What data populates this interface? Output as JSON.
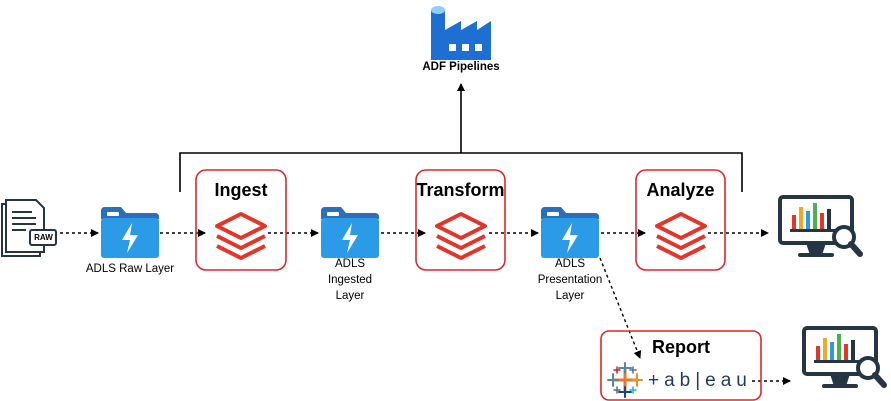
{
  "adf": {
    "label": "ADF Pipelines"
  },
  "stages": {
    "raw": {
      "badge": "RAW",
      "label": "ADLS Raw Layer"
    },
    "ingest": {
      "title": "Ingest"
    },
    "ingested": {
      "line1": "ADLS",
      "line2": "Ingested",
      "line3": "Layer"
    },
    "transform": {
      "title": "Transform"
    },
    "presentation": {
      "line1": "ADLS",
      "line2": "Presentation",
      "line3": "Layer"
    },
    "analyze": {
      "title": "Analyze"
    },
    "report": {
      "title": "Report",
      "tableau_wordmark": "+ab|eau"
    }
  },
  "icons": {
    "raw_files": "raw-files-icon",
    "adls": "adls-folder-icon",
    "databricks": "databricks-icon",
    "adf": "data-factory-icon",
    "monitor": "analytics-monitor-icon",
    "tableau": "tableau-logo-icon"
  },
  "colors": {
    "box_border": "#e0262c",
    "databricks": "#e3352a",
    "adls_folder": "#1f8ee0",
    "adf_blue": "#1d6fd1",
    "monitor": "#1f2d3d"
  }
}
